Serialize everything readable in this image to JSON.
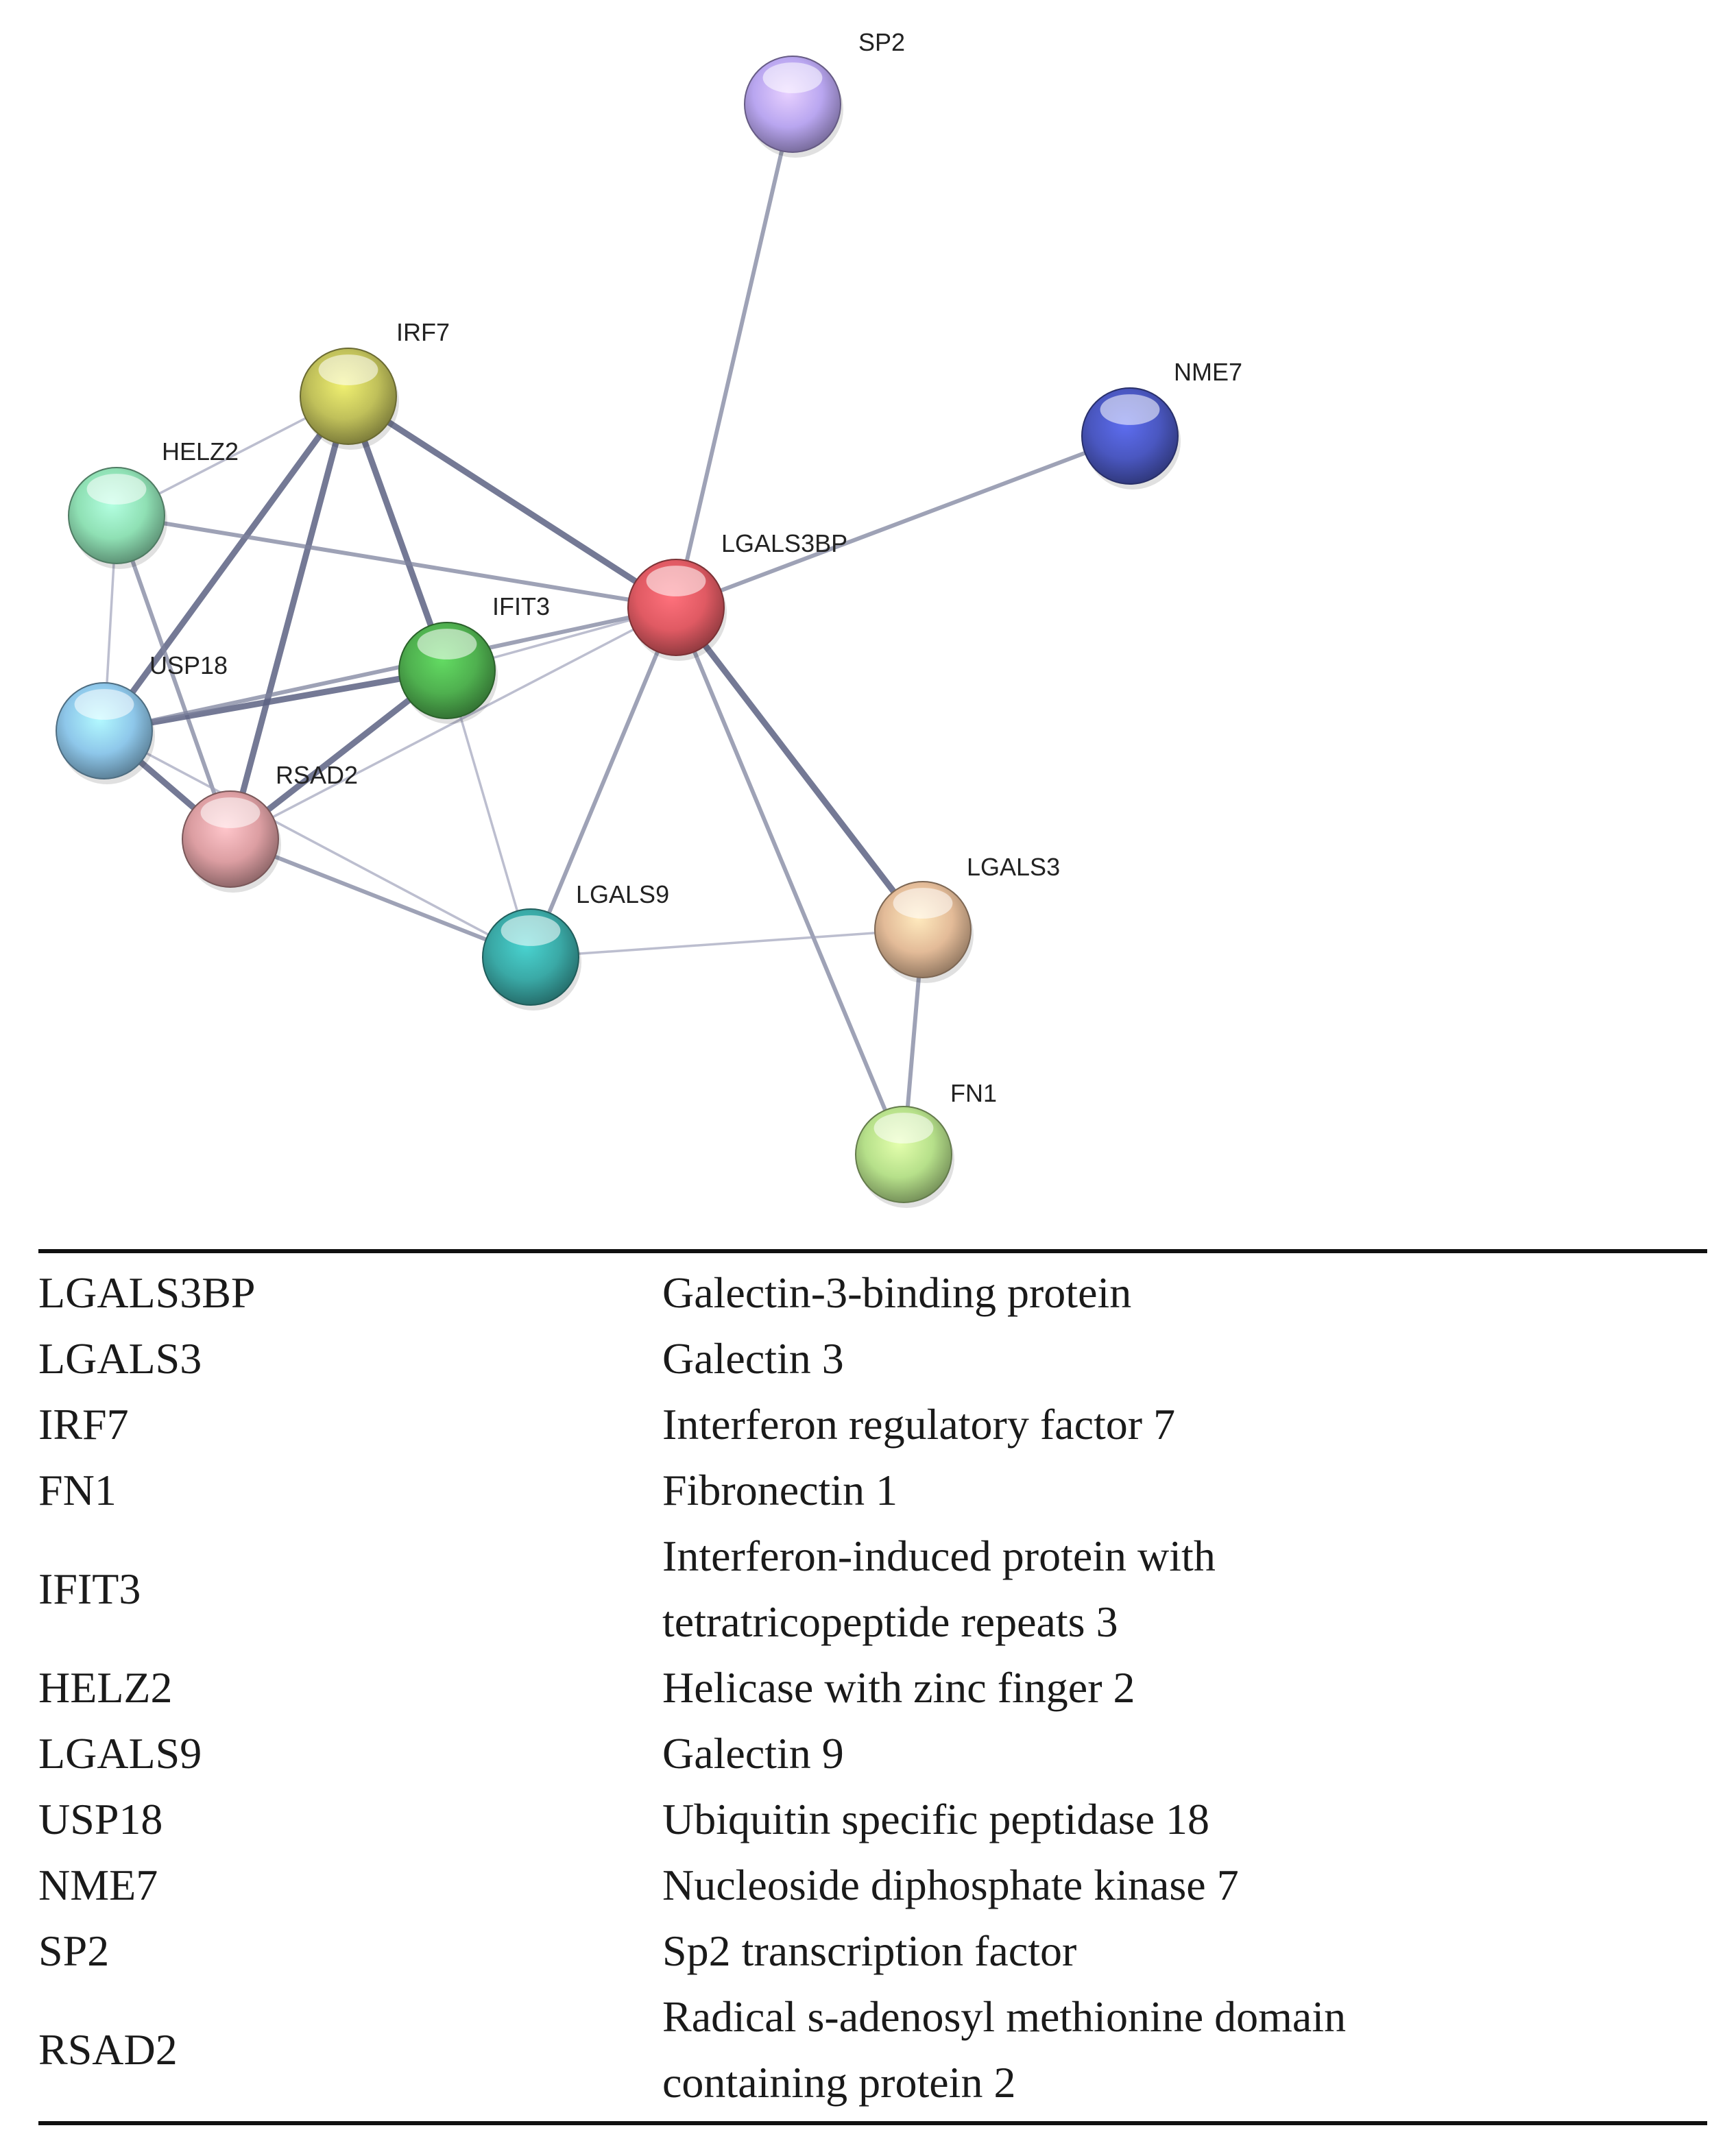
{
  "network": {
    "nodes": [
      {
        "id": "SP2",
        "label": "SP2",
        "color": "#b9a6f0"
      },
      {
        "id": "NME7",
        "label": "NME7",
        "color": "#4a57c0"
      },
      {
        "id": "IRF7",
        "label": "IRF7",
        "color": "#c0c05a"
      },
      {
        "id": "HELZ2",
        "label": "HELZ2",
        "color": "#8fe0b4"
      },
      {
        "id": "LGALS3BP",
        "label": "LGALS3BP",
        "color": "#e05a63"
      },
      {
        "id": "IFIT3",
        "label": "IFIT3",
        "color": "#4fb04f"
      },
      {
        "id": "USP18",
        "label": "USP18",
        "color": "#8ec7ea"
      },
      {
        "id": "RSAD2",
        "label": "RSAD2",
        "color": "#dc9ea2"
      },
      {
        "id": "LGALS9",
        "label": "LGALS9",
        "color": "#3aa9a6"
      },
      {
        "id": "LGALS3",
        "label": "LGALS3",
        "color": "#e3bb98"
      },
      {
        "id": "FN1",
        "label": "FN1",
        "color": "#b6e08a"
      }
    ],
    "edges": [
      {
        "source": "SP2",
        "target": "LGALS3BP",
        "strength": "medium"
      },
      {
        "source": "NME7",
        "target": "LGALS3BP",
        "strength": "medium"
      },
      {
        "source": "IRF7",
        "target": "LGALS3BP",
        "strength": "strong"
      },
      {
        "source": "IRF7",
        "target": "HELZ2",
        "strength": "weak"
      },
      {
        "source": "IRF7",
        "target": "IFIT3",
        "strength": "strong"
      },
      {
        "source": "IRF7",
        "target": "USP18",
        "strength": "strong"
      },
      {
        "source": "IRF7",
        "target": "RSAD2",
        "strength": "strong"
      },
      {
        "source": "HELZ2",
        "target": "LGALS3BP",
        "strength": "medium"
      },
      {
        "source": "HELZ2",
        "target": "USP18",
        "strength": "weak"
      },
      {
        "source": "HELZ2",
        "target": "RSAD2",
        "strength": "medium"
      },
      {
        "source": "IFIT3",
        "target": "LGALS3BP",
        "strength": "weak"
      },
      {
        "source": "IFIT3",
        "target": "USP18",
        "strength": "strong"
      },
      {
        "source": "IFIT3",
        "target": "RSAD2",
        "strength": "strong"
      },
      {
        "source": "IFIT3",
        "target": "LGALS9",
        "strength": "weak"
      },
      {
        "source": "USP18",
        "target": "LGALS3BP",
        "strength": "medium"
      },
      {
        "source": "USP18",
        "target": "RSAD2",
        "strength": "strong"
      },
      {
        "source": "USP18",
        "target": "LGALS9",
        "strength": "weak"
      },
      {
        "source": "RSAD2",
        "target": "LGALS3BP",
        "strength": "weak"
      },
      {
        "source": "RSAD2",
        "target": "LGALS9",
        "strength": "medium"
      },
      {
        "source": "LGALS3BP",
        "target": "LGALS9",
        "strength": "medium"
      },
      {
        "source": "LGALS3BP",
        "target": "LGALS3",
        "strength": "strong"
      },
      {
        "source": "LGALS3BP",
        "target": "FN1",
        "strength": "medium"
      },
      {
        "source": "LGALS9",
        "target": "LGALS3",
        "strength": "weak"
      },
      {
        "source": "LGALS3",
        "target": "FN1",
        "strength": "medium"
      }
    ]
  },
  "legend": {
    "rows": [
      {
        "symbol": "LGALS3BP",
        "name": "Galectin-3-binding protein"
      },
      {
        "symbol": "LGALS3",
        "name": "Galectin 3"
      },
      {
        "symbol": "IRF7",
        "name": "Interferon regulatory factor 7"
      },
      {
        "symbol": "FN1",
        "name": "Fibronectin 1"
      },
      {
        "symbol": "IFIT3",
        "name": "Interferon-induced protein with tetratricopeptide repeats 3"
      },
      {
        "symbol": "HELZ2",
        "name": "Helicase with zinc finger 2"
      },
      {
        "symbol": "LGALS9",
        "name": "Galectin 9"
      },
      {
        "symbol": "USP18",
        "name": "Ubiquitin specific peptidase 18"
      },
      {
        "symbol": "NME7",
        "name": "Nucleoside diphosphate kinase 7"
      },
      {
        "symbol": "SP2",
        "name": "Sp2 transcription factor"
      },
      {
        "symbol": "RSAD2",
        "name": "Radical s-adenosyl methionine domain containing protein 2"
      }
    ]
  }
}
